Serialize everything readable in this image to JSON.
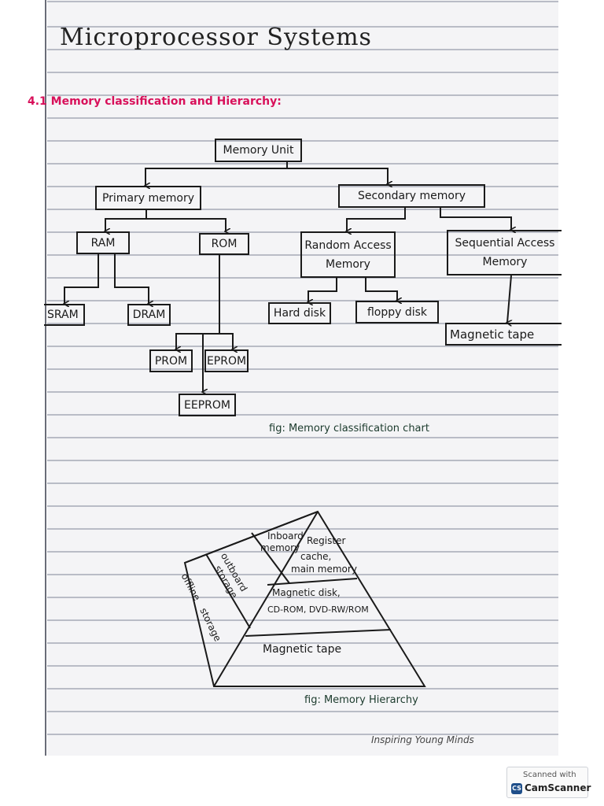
{
  "page": {
    "title": "Microprocessor Systems",
    "section_heading": "4.1 Memory classification and Hierarchy:"
  },
  "classification_chart": {
    "root": "Memory Unit",
    "primary": "Primary memory",
    "secondary": "Secondary memory",
    "ram": "RAM",
    "rom": "ROM",
    "sram": "SRAM",
    "dram": "DRAM",
    "prom": "PROM",
    "eprom": "EPROM",
    "eeprom": "EEPROM",
    "random_access_line1": "Random Access",
    "random_access_line2": "Memory",
    "sequential_line1": "Sequential Access",
    "sequential_line2": "Memory",
    "hard_disk": "Hard disk",
    "floppy_disk": "floppy disk",
    "magnetic_tape": "Magnetic tape",
    "caption": "fig: Memory classification chart"
  },
  "hierarchy": {
    "inboard_line1": "Inboard",
    "inboard_line2": "memory",
    "registers": "Register",
    "cache": "cache,",
    "main_memory": "main memory",
    "outboard_line1": "outboard",
    "outboard_line2": "storage",
    "offline_line1": "offline",
    "offline_line2": "storage",
    "magnetic_disk": "Magnetic disk,",
    "optical": "CD-ROM, DVD-RW/ROM",
    "magnetic_tape": "Magnetic tape",
    "caption": "fig: Memory Hierarchy"
  },
  "footer": {
    "brand": "Inspiring Young Minds"
  },
  "watermark": {
    "scanned_with": "Scanned with",
    "logo": "CS",
    "app_name": "CamScanner"
  },
  "colors": {
    "heading": "#d8105a",
    "ink": "#1a1a1a",
    "caption": "#1b3a2c",
    "rule_lines": "#b9bcc6"
  }
}
